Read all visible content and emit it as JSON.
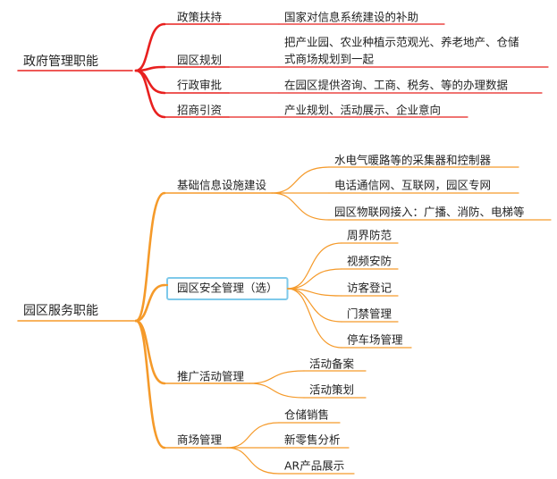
{
  "colors": {
    "government": "#e8201f",
    "service": "#f59a2a",
    "selection": "#7ec9ea"
  },
  "trees": [
    {
      "id": "gov",
      "label": "政府管理职能",
      "color": "#e8201f",
      "children": [
        {
          "label": "政策扶持",
          "children": [
            {
              "lines": [
                "国家对信息系统建设的补助"
              ]
            }
          ]
        },
        {
          "label": "园区规划",
          "children": [
            {
              "lines": [
                "把产业园、农业种植示范观光、养老地产、仓储",
                "式商场规划到一起"
              ]
            }
          ]
        },
        {
          "label": "行政审批",
          "children": [
            {
              "lines": [
                "在园区提供咨询、工商、税务、等的办理数据"
              ]
            }
          ]
        },
        {
          "label": "招商引资",
          "children": [
            {
              "lines": [
                "产业规划、活动展示、企业意向"
              ]
            }
          ]
        }
      ]
    },
    {
      "id": "svc",
      "label": "园区服务职能",
      "color": "#f59a2a",
      "children": [
        {
          "label": "基础信息设施建设",
          "children": [
            {
              "lines": [
                "水电气暖路等的采集器和控制器"
              ]
            },
            {
              "lines": [
                "电话通信网、互联网，园区专网"
              ]
            },
            {
              "lines": [
                "园区物联网接入：广播、消防、电梯等"
              ]
            }
          ]
        },
        {
          "label": "园区安全管理（选）",
          "selected": true,
          "children": [
            {
              "lines": [
                "周界防范"
              ]
            },
            {
              "lines": [
                "视频安防"
              ]
            },
            {
              "lines": [
                "访客登记"
              ]
            },
            {
              "lines": [
                "门禁管理"
              ]
            },
            {
              "lines": [
                "停车场管理"
              ]
            }
          ]
        },
        {
          "label": "推广活动管理",
          "children": [
            {
              "lines": [
                "活动备案"
              ]
            },
            {
              "lines": [
                "活动策划"
              ]
            }
          ]
        },
        {
          "label": "商场管理",
          "children": [
            {
              "lines": [
                "仓储销售"
              ]
            },
            {
              "lines": [
                "新零售分析"
              ]
            },
            {
              "lines": [
                "AR产品展示"
              ]
            }
          ]
        }
      ]
    }
  ]
}
